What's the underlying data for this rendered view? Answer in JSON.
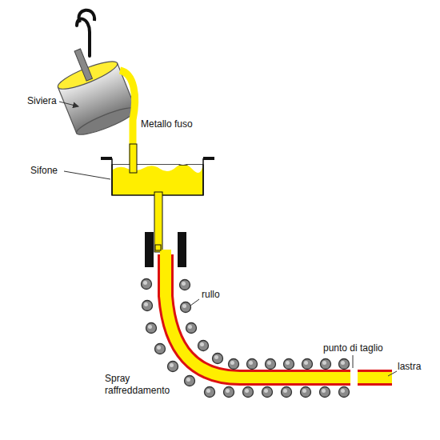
{
  "diagram": {
    "labels": [
      "Siviera",
      "Metallo fuso",
      "Sifone",
      "rullo",
      "Spray raffreddamento",
      "punto di taglio",
      "lastra"
    ]
  }
}
